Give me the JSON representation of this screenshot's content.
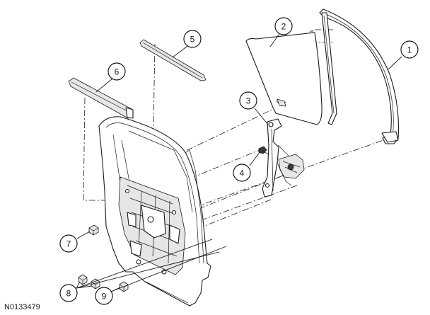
{
  "figure_code": "N0133479",
  "callouts": [
    {
      "label": "1"
    },
    {
      "label": "2"
    },
    {
      "label": "3"
    },
    {
      "label": "4"
    },
    {
      "label": "5"
    },
    {
      "label": "6"
    },
    {
      "label": "7"
    },
    {
      "label": "8"
    },
    {
      "label": "9"
    }
  ]
}
